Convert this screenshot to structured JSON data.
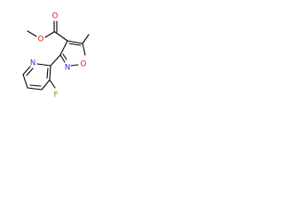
{
  "molecule": {
    "atoms": {
      "o_carbonyl": "O",
      "o_ester": "O",
      "o_ring": "O",
      "n_isoxazole": "N",
      "n_pyridine": "N",
      "f": "F"
    },
    "colors": {
      "bond": "#000000",
      "oxygen": "#e0120e",
      "nitrogen": "#2a32d8",
      "fluorine": "#8a9a1e"
    }
  }
}
